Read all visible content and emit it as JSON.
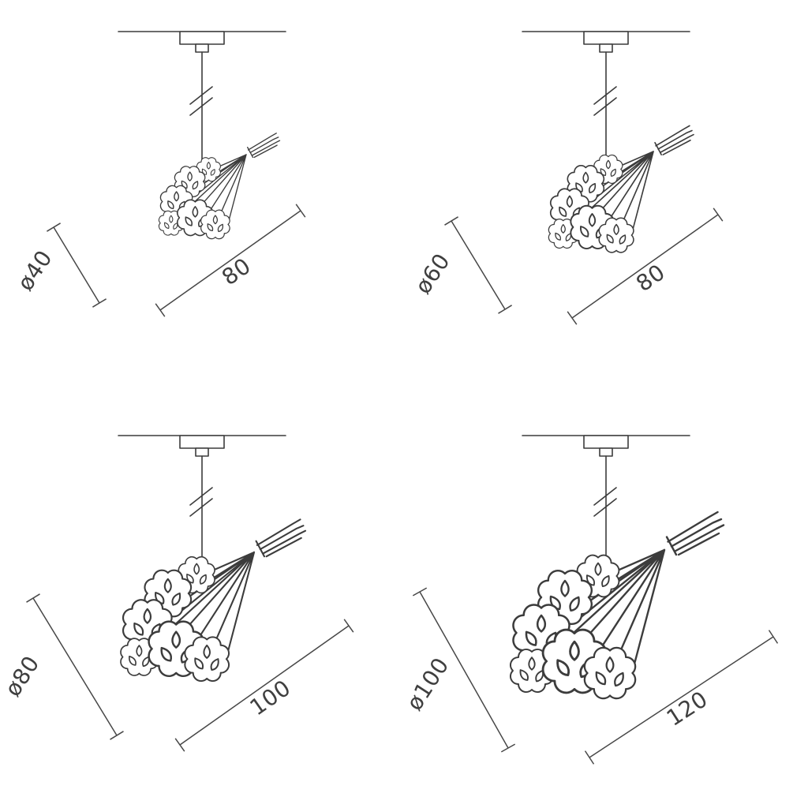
{
  "page": {
    "background": "#ffffff",
    "ink_color": "#3c3c3c",
    "label_color": "#3f3f3f"
  },
  "diagrams": [
    {
      "id": "pendant-040",
      "diameter_label": "ø40",
      "length_label": "80"
    },
    {
      "id": "pendant-060",
      "diameter_label": "ø60",
      "length_label": "80"
    },
    {
      "id": "pendant-080",
      "diameter_label": "ø80",
      "length_label": "100"
    },
    {
      "id": "pendant-0100",
      "diameter_label": "ø100",
      "length_label": "120"
    }
  ]
}
